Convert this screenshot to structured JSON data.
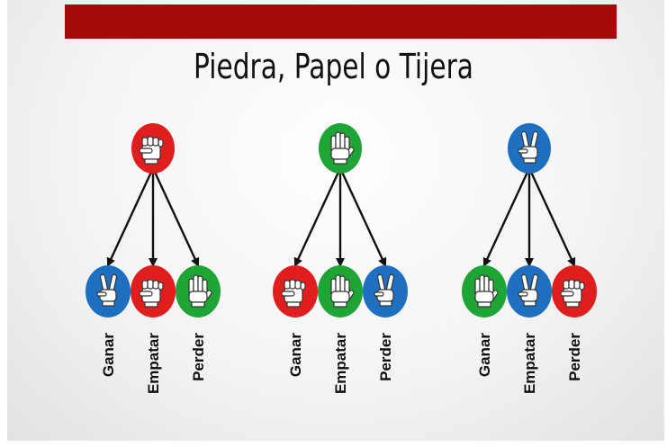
{
  "title": "Piedra, Papel o Tijera",
  "colors": {
    "banner": "#a30b0b",
    "piedra": "#e01e1e",
    "papel": "#1ea535",
    "tijera": "#1f6fc1"
  },
  "groups": [
    {
      "top": {
        "hand": "piedra",
        "icon": "fist-icon"
      },
      "outcomes": [
        {
          "label": "Ganar",
          "hand": "tijera",
          "icon": "scissors-icon"
        },
        {
          "label": "Empatar",
          "hand": "piedra",
          "icon": "fist-icon"
        },
        {
          "label": "Perder",
          "hand": "papel",
          "icon": "open-hand-icon"
        }
      ]
    },
    {
      "top": {
        "hand": "papel",
        "icon": "open-hand-icon"
      },
      "outcomes": [
        {
          "label": "Ganar",
          "hand": "piedra",
          "icon": "fist-icon"
        },
        {
          "label": "Empatar",
          "hand": "papel",
          "icon": "open-hand-icon"
        },
        {
          "label": "Perder",
          "hand": "tijera",
          "icon": "scissors-icon"
        }
      ]
    },
    {
      "top": {
        "hand": "tijera",
        "icon": "scissors-icon"
      },
      "outcomes": [
        {
          "label": "Ganar",
          "hand": "papel",
          "icon": "open-hand-icon"
        },
        {
          "label": "Empatar",
          "hand": "tijera",
          "icon": "scissors-icon"
        },
        {
          "label": "Perder",
          "hand": "piedra",
          "icon": "fist-icon"
        }
      ]
    }
  ]
}
